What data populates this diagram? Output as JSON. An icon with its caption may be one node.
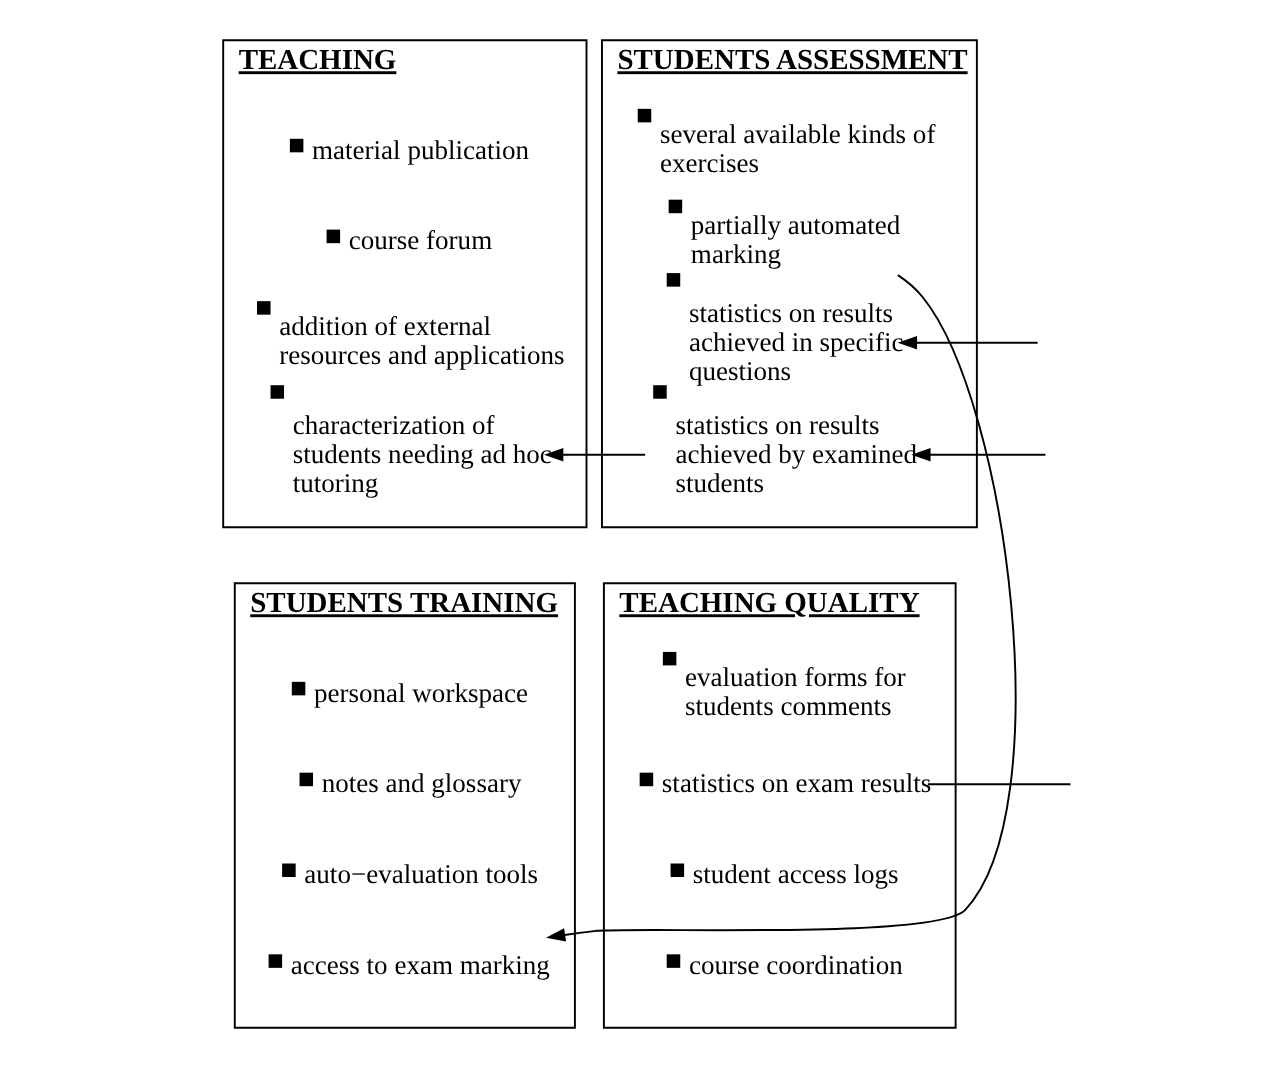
{
  "diagram": {
    "nodes": [
      {
        "text": [
          "TEACHING"
        ]
      },
      {
        "text": [
          "material publication"
        ],
        "in": 0
      },
      {
        "text": [
          "course forum"
        ],
        "in": 0
      },
      {
        "text": [
          "addition of external resources and applications"
        ],
        "in": 0
      },
      {
        "text": [
          "characterization of students needing ad hoc tutoring"
        ],
        "in": 0
      },
      {
        "text": [
          "STUDENTS ASSESSMENT"
        ]
      },
      {
        "text": [
          "several available kinds of exercises"
        ],
        "in": 5
      },
      {
        "text": [
          "partially automated marking"
        ],
        "in": 5
      },
      {
        "text": [
          "statistics on results achieved in specific questions"
        ],
        "in": 5
      },
      {
        "text": [
          "statistics on results achieved by examined students"
        ],
        "in": 5
      },
      {
        "text": [
          "STUDENTS TRAINING"
        ]
      },
      {
        "text": [
          "personal workspace"
        ],
        "in": 10
      },
      {
        "text": [
          "notes and glossary"
        ],
        "in": 10
      },
      {
        "text": [
          "auto−evaluation tools"
        ],
        "in": 10
      },
      {
        "text": [
          "access to exam marking"
        ],
        "in": 10
      },
      {
        "text": [
          "TEACHING QUALITY"
        ]
      },
      {
        "text": [
          "evaluation forms for students comments"
        ],
        "in": 15
      },
      {
        "text": [
          "statistics on exam results"
        ],
        "in": 15
      },
      {
        "text": [
          "student access logs"
        ],
        "in": 15
      },
      {
        "text": [
          "course coordination"
        ],
        "in": 15
      }
    ],
    "edges": [
      {
        "from": 9,
        "to": 4,
        "arrow": "to"
      },
      {
        "from": 7,
        "to": 14,
        "arrow": "to"
      },
      {
        "from": null,
        "to": 8,
        "arrow": "to"
      },
      {
        "from": null,
        "to": 9,
        "arrow": "to"
      },
      {
        "from": 17,
        "to": null,
        "arrow": "none"
      }
    ]
  }
}
